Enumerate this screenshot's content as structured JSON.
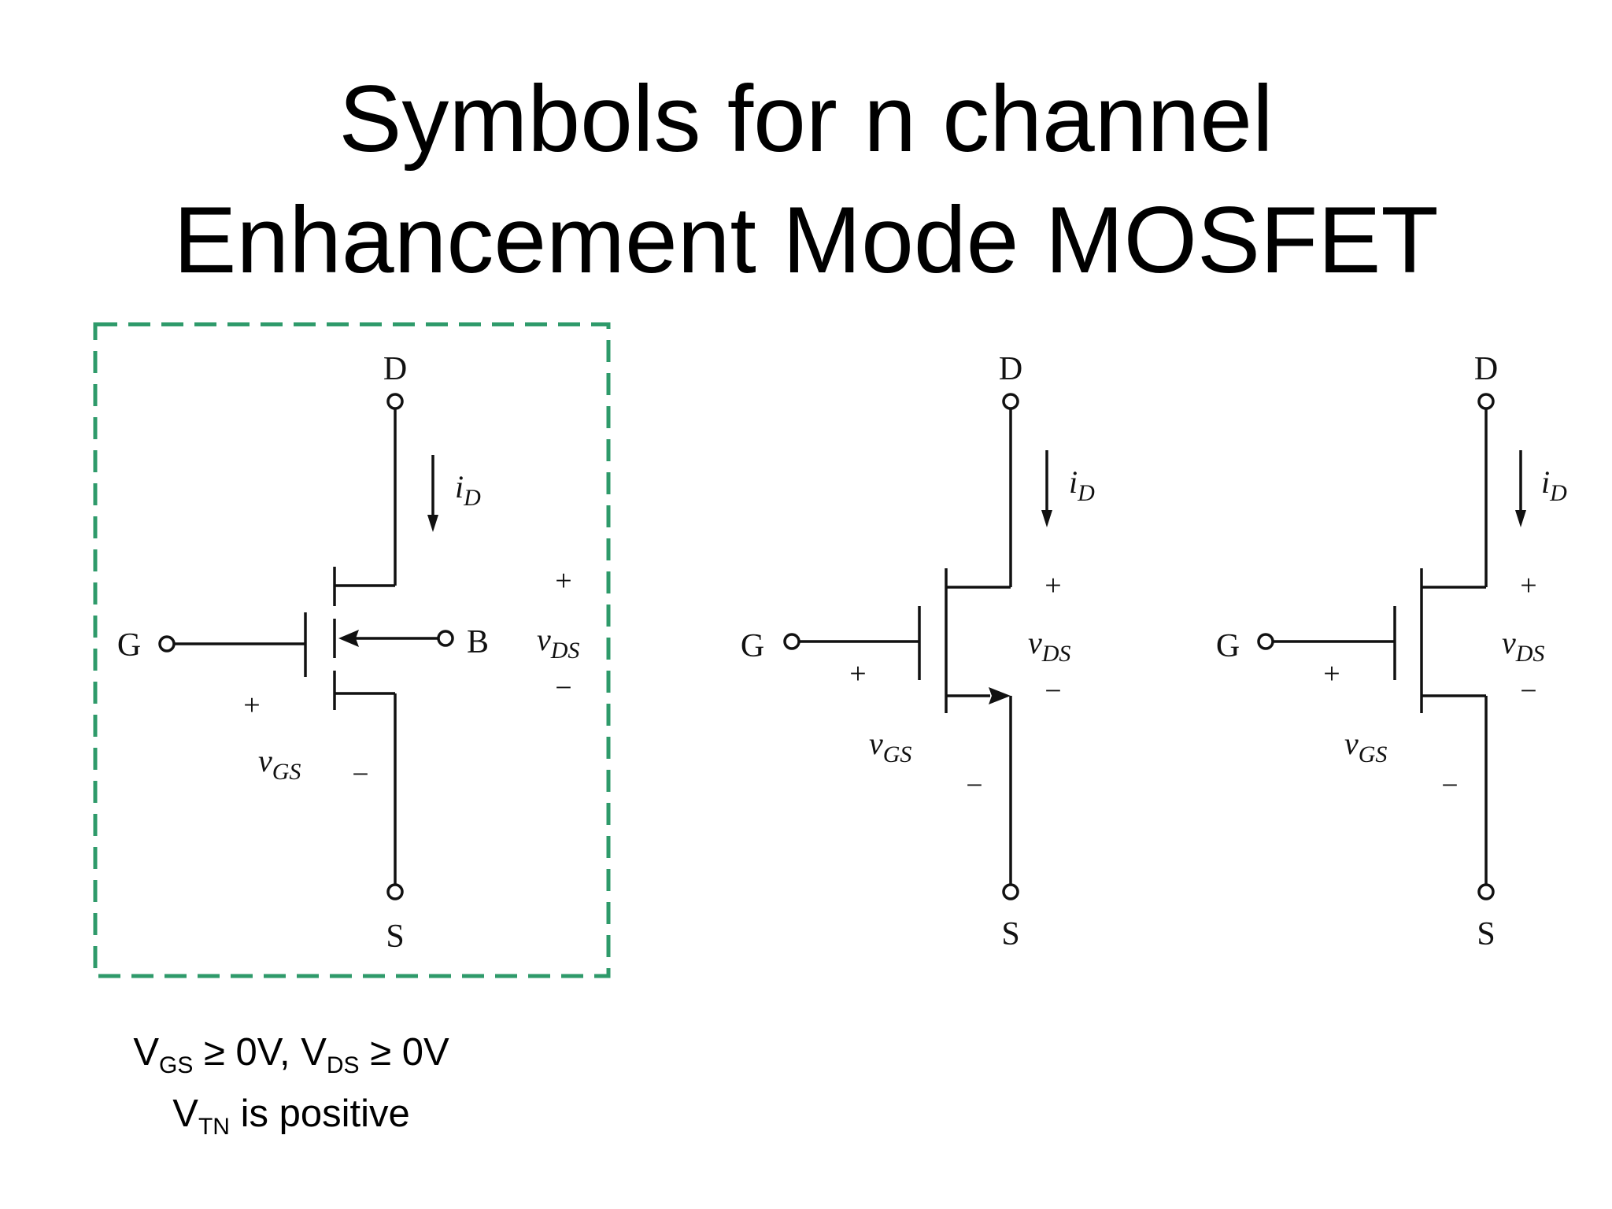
{
  "title": {
    "line1": "Symbols for n channel",
    "line2": "Enhancement Mode MOSFET"
  },
  "symbols": [
    {
      "drain": "D",
      "gate": "G",
      "source": "S",
      "body": "B",
      "current_main": "i",
      "current_sub": "D",
      "vds_plus": "+",
      "vds_main": "v",
      "vds_sub": "DS",
      "vds_minus": "−",
      "vgs_plus": "+",
      "vgs_main": "v",
      "vgs_sub": "GS",
      "vgs_minus": "−"
    },
    {
      "drain": "D",
      "gate": "G",
      "source": "S",
      "current_main": "i",
      "current_sub": "D",
      "vds_plus": "+",
      "vds_main": "v",
      "vds_sub": "DS",
      "vds_minus": "−",
      "vgs_plus": "+",
      "vgs_main": "v",
      "vgs_sub": "GS",
      "vgs_minus": "−"
    },
    {
      "drain": "D",
      "gate": "G",
      "source": "S",
      "current_main": "i",
      "current_sub": "D",
      "vds_plus": "+",
      "vds_main": "v",
      "vds_sub": "DS",
      "vds_minus": "−",
      "vgs_plus": "+",
      "vgs_main": "v",
      "vgs_sub": "GS",
      "vgs_minus": "−"
    }
  ],
  "highlight_color": "#2e9a6a",
  "notes": {
    "line1": {
      "v1": "V",
      "s1": "GS",
      "t1": " ≥ 0V, ",
      "v2": "V",
      "s2": "DS",
      "t2": " ≥ 0V"
    },
    "line2": {
      "v": "V",
      "s": "TN",
      "t": " is positive"
    }
  }
}
